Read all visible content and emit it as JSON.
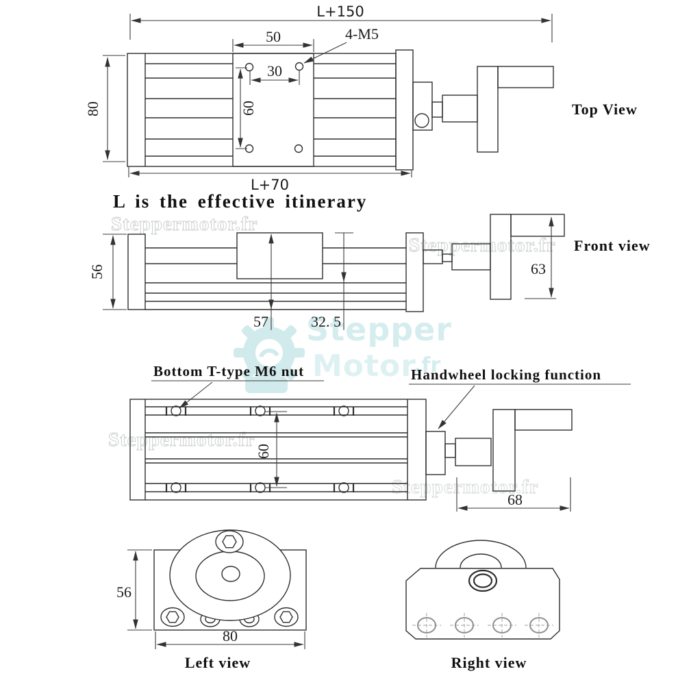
{
  "note": "L is the effective itinerary",
  "watermark": {
    "site": "Steppermotor.fr",
    "logo_word1": "Stepper",
    "logo_word2": "Motor",
    "logo_suffix": ".fr",
    "logo_color": "#c6e6e8"
  },
  "top_view": {
    "label": "Top View",
    "dim_overall_length": "L+150",
    "dim_body_length": "L+70",
    "dim_width": "80",
    "dim_plate_hole_span": "50",
    "dim_hole_spacing_x": "30",
    "dim_hole_spacing_y": "60",
    "thread_callout": "4-M5"
  },
  "front_view": {
    "label": "Front view",
    "dim_body_height": "56",
    "dim_carriage_height": "57",
    "dim_table_height": "32. 5",
    "dim_handwheel_height": "63"
  },
  "bottom_view": {
    "callout_tnut": "Bottom T-type M6 nut",
    "callout_handwheel": "Handwheel locking function",
    "dim_slot_spacing": "60",
    "dim_handwheel_length": "68"
  },
  "left_view": {
    "label": "Left view",
    "dim_height": "56",
    "dim_width": "80"
  },
  "right_view": {
    "label": "Right view"
  }
}
